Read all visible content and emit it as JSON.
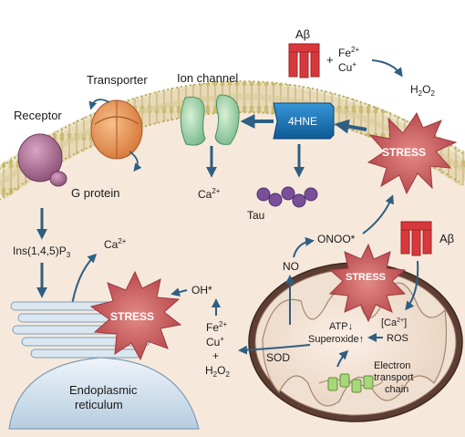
{
  "labels": {
    "receptor": "Receptor",
    "transporter": "Transporter",
    "ion_channel": "Ion channel",
    "g_protein": "G protein",
    "ca_channel_main": "Ca",
    "ca_channel_sup": "2+",
    "tau": "Tau",
    "hne": "4HNE",
    "ab_top": "Aβ",
    "fe_top_main": "Fe",
    "fe_top_sup": "2+",
    "plus_top": "+",
    "cu_top_main": "Cu",
    "cu_top_sup": "+",
    "h2o2_top_a": "H",
    "h2o2_top_sub1": "2",
    "h2o2_top_b": "O",
    "h2o2_top_sub2": "2",
    "ins_main": "Ins(1,4,5)P",
    "ins_sub": "3",
    "ca_er_main": "Ca",
    "ca_er_sup": "2+",
    "oh": "OH*",
    "stress_membrane": "STRESS",
    "stress_er": "STRESS",
    "stress_mito": "STRESS",
    "fe_mid_main": "Fe",
    "fe_mid_sup": "2+",
    "cu_mid_main": "Cu",
    "cu_mid_sup": "+",
    "plus_mid": "+",
    "h2o2_mid_a": "H",
    "h2o2_mid_sub1": "2",
    "h2o2_mid_b": "O",
    "h2o2_mid_sub2": "2",
    "onoo": "ONOO*",
    "no": "NO",
    "ab_right": "Aβ",
    "atp": "ATP↓",
    "superoxide": "Superoxide↑",
    "ca_ros_main": "[Ca",
    "ca_ros_sup": "2+",
    "ca_ros_end": "]",
    "ros": "ROS",
    "sod": "SOD",
    "etc_1": "Electron",
    "etc_2": "transport",
    "etc_3": "chain",
    "er_1": "Endoplasmic",
    "er_2": "reticulum"
  },
  "colors": {
    "cytoplasm": "#f5e7d9",
    "membrane_head": "#c4b86a",
    "stress": "#c24e52",
    "arrow": "#2e5f82",
    "abeta": "#d8383c",
    "hne_box": "#1673b8",
    "tau": "#7a4f9a",
    "transporter": "#e8935a",
    "ion_channel": "#9fd3a8",
    "receptor": "#a8607f",
    "mito_outer": "#6b4a3c",
    "er": "#c9dbe8"
  },
  "icons": {
    "abeta_icon": "abeta-peptide-icon",
    "stress_icon": "stress-starburst-icon",
    "tau_icon": "tau-beads-icon"
  }
}
